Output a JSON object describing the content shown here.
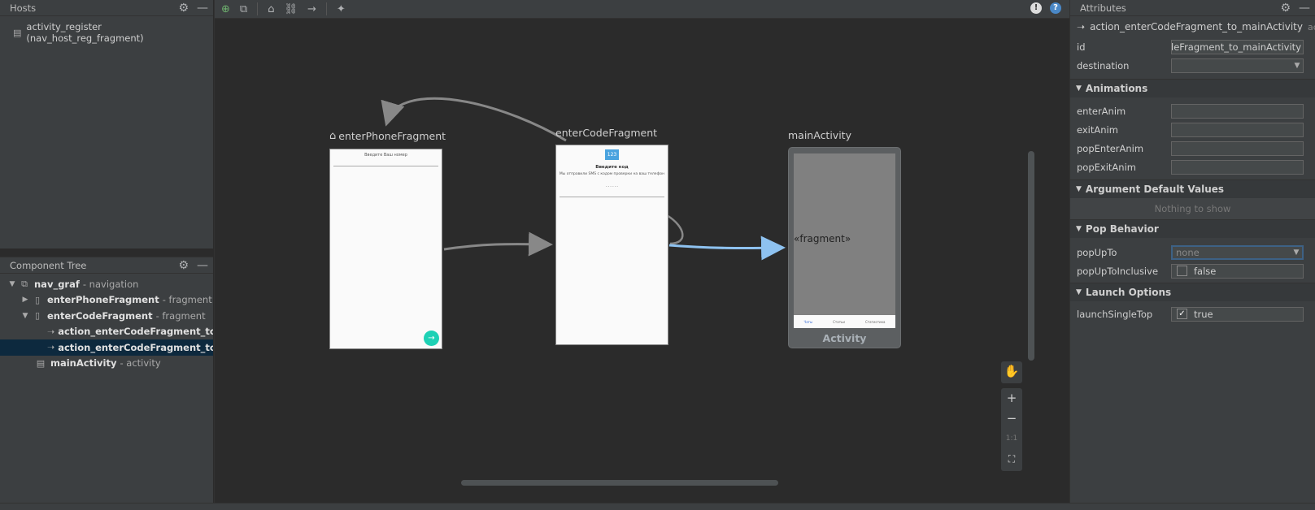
{
  "hosts": {
    "title": "Hosts",
    "item": "activity_register (nav_host_reg_fragment)"
  },
  "tree": {
    "title": "Component Tree",
    "rows": [
      {
        "name": "nav_graf",
        "type": "- navigation"
      },
      {
        "name": "enterPhoneFragment",
        "type": "- fragment"
      },
      {
        "name": "enterCodeFragment",
        "type": "- fragment"
      },
      {
        "name": "action_enterCodeFragment_to...",
        "type": ""
      },
      {
        "name": "action_enterCodeFragment_to...",
        "type": ""
      },
      {
        "name": "mainActivity",
        "type": "- activity"
      }
    ]
  },
  "canvas": {
    "dest1": {
      "label": "enterPhoneFragment",
      "hint": "Введите Ваш номер"
    },
    "dest2": {
      "label": "enterCodeFragment",
      "badge": "123",
      "heading": "Введите код",
      "text": "Мы отправили SMS с кодом проверки на ваш телефон",
      "dots": "- - - - - -"
    },
    "dest3": {
      "label": "mainActivity",
      "inner": "«fragment»",
      "tabs": [
        "Чаты",
        "Статьи",
        "Статистика"
      ],
      "footer": "Activity"
    },
    "zoom": {
      "plus": "+",
      "minus": "−",
      "one": "1:1"
    }
  },
  "attributes": {
    "title": "Attributes",
    "action": "action_enterCodeFragment_to_mainActivity",
    "action_short": "action",
    "id_label": "id",
    "id_value": "CodeFragment_to_mainActivity",
    "destination_label": "destination",
    "sections": {
      "animations": "Animations",
      "arguments": "Argument Default Values",
      "pop": "Pop Behavior",
      "launch": "Launch Options"
    },
    "anim_rows": [
      "enterAnim",
      "exitAnim",
      "popEnterAnim",
      "popExitAnim"
    ],
    "nothing": "Nothing to show",
    "popUpTo_label": "popUpTo",
    "popUpTo_value": "none",
    "popInclusive_label": "popUpToInclusive",
    "popInclusive_value": "false",
    "launchSingleTop_label": "launchSingleTop",
    "launchSingleTop_value": "true"
  }
}
